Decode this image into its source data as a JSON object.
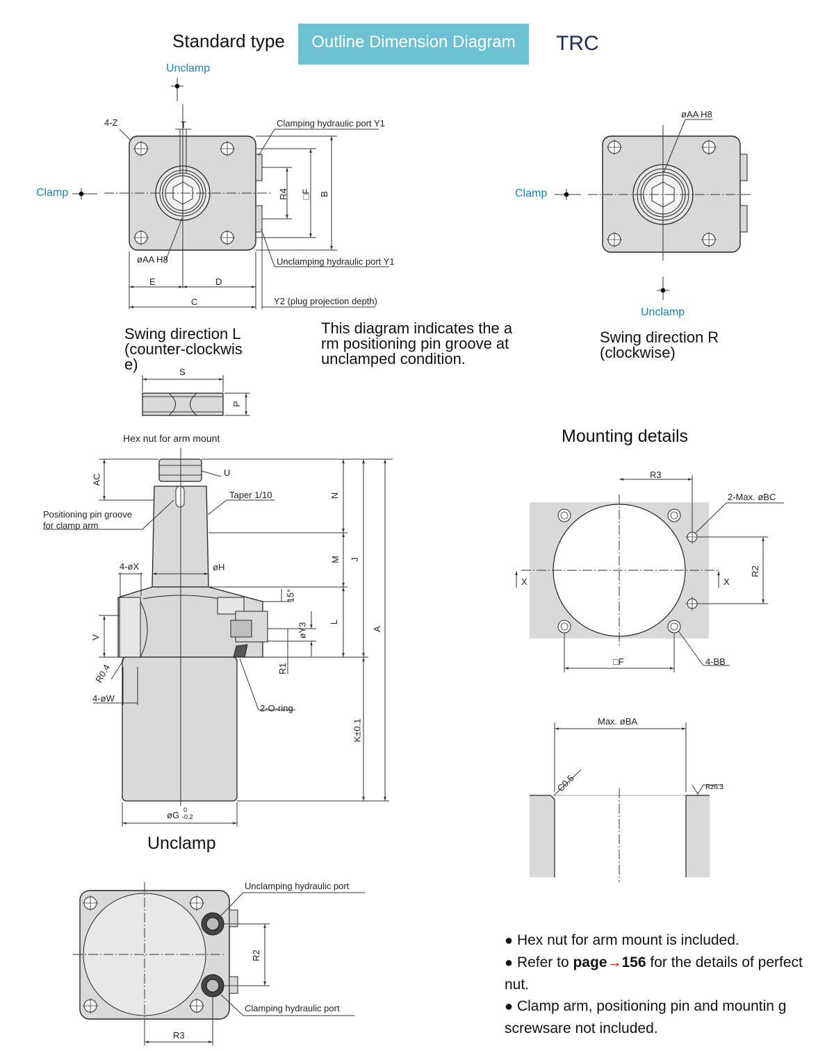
{
  "header": {
    "left": "Standard type",
    "center": "Outline Dimension Diagram",
    "right": "TRC",
    "box_color": "#6ec1d3"
  },
  "top_left": {
    "unclamp": "Unclamp",
    "clamp": "Clamp",
    "label_4z": "4-Z",
    "label_t": "T",
    "clamp_port": "Clamping hydraulic port Y1",
    "unclamp_port": "Unclamping hydraulic port Y1",
    "aa": "øAA H8",
    "r4": "R4",
    "f": "□F",
    "b": "B",
    "e": "E",
    "d": "D",
    "c": "C",
    "y2": "Y2 (plug projection depth)",
    "swing_l": "Swing direction L (counter-clockwis e)"
  },
  "note_center": "This diagram indicates the a rm positioning pin groove at unclamped condition.",
  "top_right": {
    "aa": "øAA H8",
    "clamp": "Clamp",
    "unclamp": "Unclamp",
    "swing_r": "Swing direction R (clockwise)"
  },
  "hex_nut": {
    "s": "S",
    "p": "P",
    "title": "Hex nut for arm mount"
  },
  "side_view": {
    "ac": "AC",
    "u": "U",
    "taper": "Taper 1/10",
    "pin_groove_1": "Positioning pin groove",
    "pin_groove_2": "for clamp arm",
    "n": "N",
    "m": "M",
    "j": "J",
    "a": "A",
    "l": "L",
    "x4": "4-øX",
    "h": "øH",
    "deg": "15°",
    "v": "V",
    "y3": "øY3",
    "r04": "R0.4",
    "r1": "R1",
    "w4": "4-øW",
    "oring": "2-O-ring",
    "k": "K±0.1",
    "g": "øG",
    "g_tol_top": "0",
    "g_tol_bot": "-0.2",
    "unclamp": "Unclamp"
  },
  "bottom_view": {
    "unclamp_port": "Unclamping hydraulic port",
    "clamp_port": "Clamping hydraulic port",
    "r2": "R2",
    "r3": "R3"
  },
  "mounting": {
    "title": "Mounting details",
    "r3": "R3",
    "bc": "2-Max. øBC",
    "x_left": "X",
    "x_right": "X",
    "r2": "R2",
    "f": "□F",
    "bb": "4-BB",
    "ba": "Max. øBA",
    "c05": "C0.5",
    "rz": "Rz6.3"
  },
  "notes": {
    "n1": "Hex nut for arm mount is included.",
    "n2_pre": "Refer to ",
    "n2_page": "page",
    "n2_arrow": "→",
    "n2_num": "156",
    "n2_post": " for the details of perfect nut.",
    "n3": "Clamp arm, positioning pin and mountin g screwsare not included.",
    "bullet": "●"
  }
}
